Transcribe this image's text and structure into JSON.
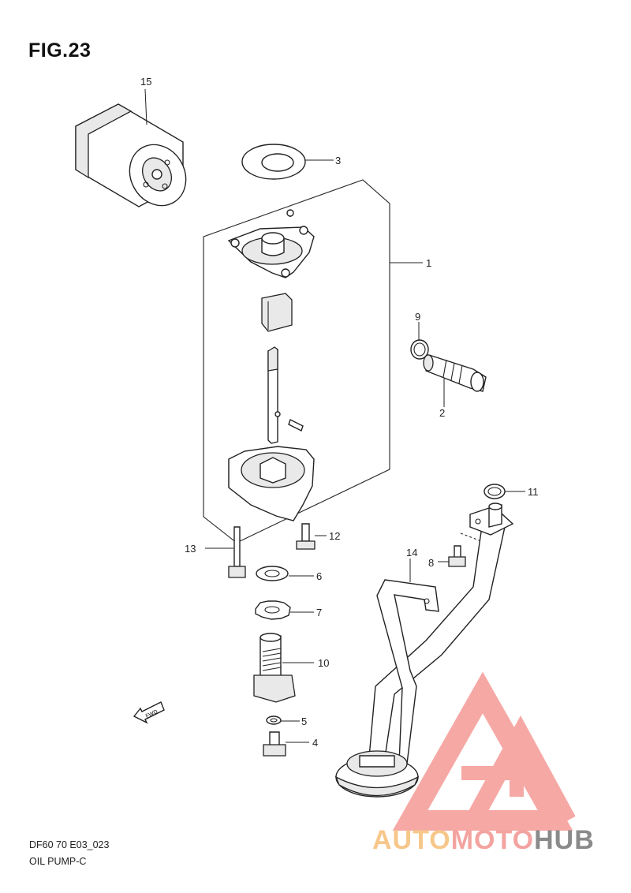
{
  "figure": {
    "title": "FIG.23",
    "code": "DF60 70 E03_023",
    "caption": "OIL PUMP-C"
  },
  "callouts": [
    "15",
    "3",
    "1",
    "9",
    "2",
    "11",
    "12",
    "13",
    "6",
    "7",
    "10",
    "5",
    "4",
    "8",
    "14"
  ],
  "fwd_label": "FWD",
  "watermark": {
    "part1": "AUTO",
    "part2": "MOTO",
    "part3": "HUB",
    "colors": {
      "part1": "#f7c78a",
      "part2": "#f3a3a0",
      "part3": "#8a8a8a",
      "logo": "#f59a96"
    }
  }
}
